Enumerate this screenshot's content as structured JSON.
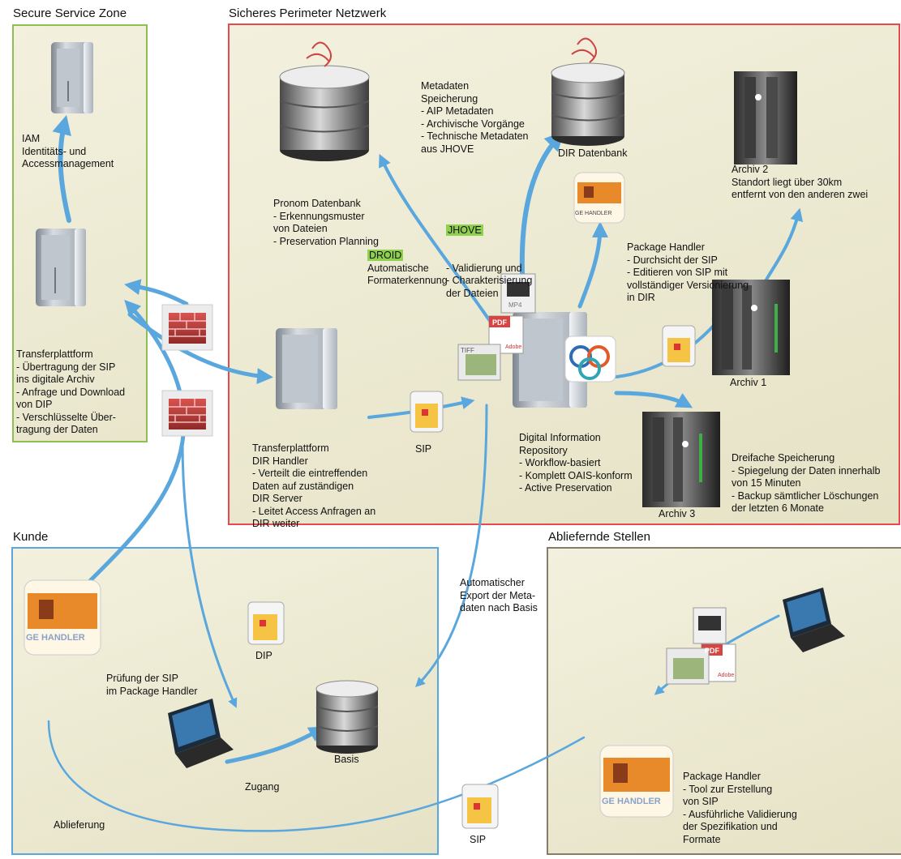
{
  "zones": {
    "secure": "Secure Service Zone",
    "perimeter": "Sicheres Perimeter Netzwerk",
    "kunde": "Kunde",
    "abliefernde": "Abliefernde Stellen"
  },
  "secure": {
    "iam": [
      "IAM",
      "Identitäts- und",
      "Accessmanagement"
    ],
    "transfer": [
      "Transferplattform",
      "- Übertragung der SIP",
      "  ins digitale Archiv",
      "- Anfrage und Download",
      "  von DIP",
      "- Verschlüsselte Über-",
      "  tragung der Daten"
    ]
  },
  "perimeter": {
    "pronom": [
      "Pronom Datenbank",
      "- Erkennungsmuster",
      "  von Dateien",
      "- Preservation Planning"
    ],
    "metadaten": [
      "Metadaten",
      "Speicherung",
      "- AIP Metadaten",
      "- Archivische Vorgänge",
      "- Technische Metadaten",
      "  aus JHOVE"
    ],
    "dir_db": "DIR Datenbank",
    "archiv2": [
      "Archiv 2",
      "Standort liegt über 30km",
      "entfernt von den anderen zwei"
    ],
    "jhove_tag": "JHOVE",
    "jhove": [
      "- Validierung und",
      "- Charakterisierung",
      "  der Dateien"
    ],
    "droid_tag": "DROID",
    "droid": [
      "Automatische",
      "Formaterkennung"
    ],
    "package": [
      "Package Handler",
      "- Durchsicht der SIP",
      "- Editieren von SIP mit",
      "  vollständiger Versionierung",
      "  in DIR"
    ],
    "archiv1": "Archiv 1",
    "dir_handler": [
      "Transferplattform",
      "DIR Handler",
      "- Verteilt die eintreffenden",
      "  Daten auf zuständigen",
      "  DIR Server",
      "- Leitet Access Anfragen an",
      "  DIR weiter"
    ],
    "sip": "SIP",
    "repository": [
      "Digital Information",
      "Repository",
      "- Workflow-basiert",
      "- Komplett OAIS-konform",
      "- Active Preservation"
    ],
    "dreifach": [
      "Dreifache Speicherung",
      "- Spiegelung der Daten innerhalb",
      "  von 15 Minuten",
      "- Backup sämtlicher Löschungen",
      "  der letzten 6 Monate"
    ],
    "archiv3": "Archiv 3",
    "mp4": "MP4",
    "pdf": "PDF",
    "adobe": "Adobe",
    "tiff": "TIFF",
    "se_handler": "GE HANDLER"
  },
  "kunde": {
    "pruefung": [
      "Prüfung der SIP",
      "im Package Handler"
    ],
    "dip": "DIP",
    "basis": "Basis",
    "zugang": "Zugang",
    "ablieferung": "Ablieferung",
    "se_handler": "GE HANDLER"
  },
  "export": [
    "Automatischer",
    "Export der Meta-",
    "daten nach Basis"
  ],
  "abliefernde": {
    "package": [
      "Package Handler",
      "- Tool zur Erstellung",
      "  von SIP",
      "- Ausführliche Validierung",
      "  der Spezifikation und",
      "  Formate"
    ],
    "se_handler": "GE HANDLER",
    "pdf": "PDF",
    "adobe": "Adobe"
  },
  "sip_bottom": "SIP",
  "colors": {
    "arrow": "#5aa7dd",
    "secure_border": "#8cc152",
    "perimeter_border": "#e8494f",
    "kunde_border": "#5aa7dd",
    "abl_border": "#8a7a6a",
    "zone_bg": "#efedd8"
  }
}
